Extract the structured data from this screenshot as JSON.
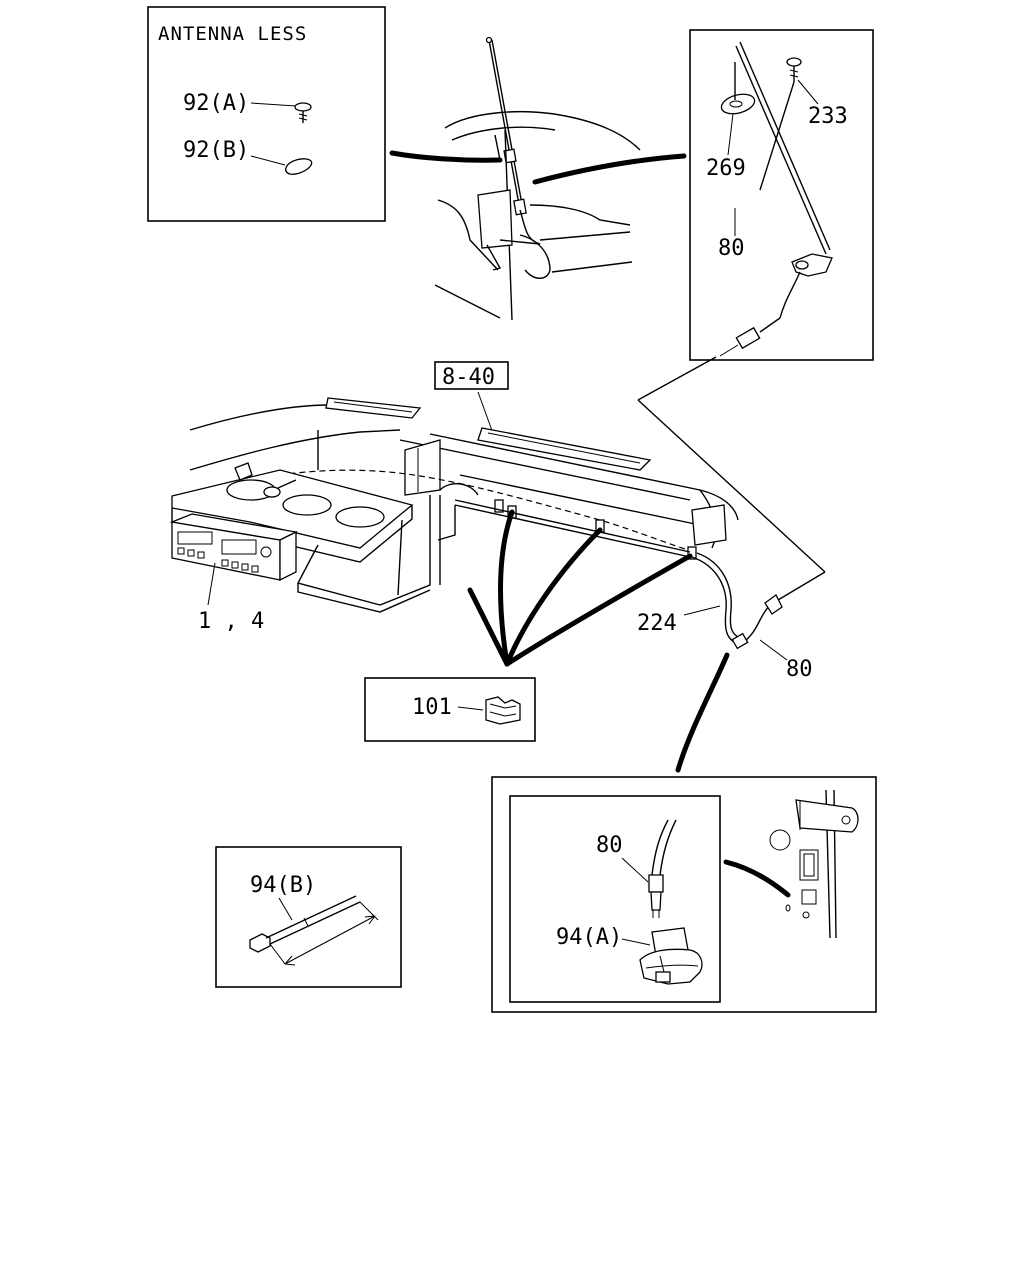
{
  "inset_antenna_less": {
    "title": "ANTENNA LESS",
    "part_a": "92(A)",
    "part_b": "92(B)"
  },
  "inset_antenna": {
    "part_233": "233",
    "part_269": "269",
    "part_80": "80"
  },
  "main": {
    "ref_box": "8-40",
    "radio_label": "1 , 4",
    "cable_224": "224",
    "cable_80": "80"
  },
  "inset_clip": {
    "part_101": "101"
  },
  "inset_94b": {
    "part": "94(B)"
  },
  "inset_connector": {
    "part_80": "80",
    "part_94a": "94(A)"
  }
}
